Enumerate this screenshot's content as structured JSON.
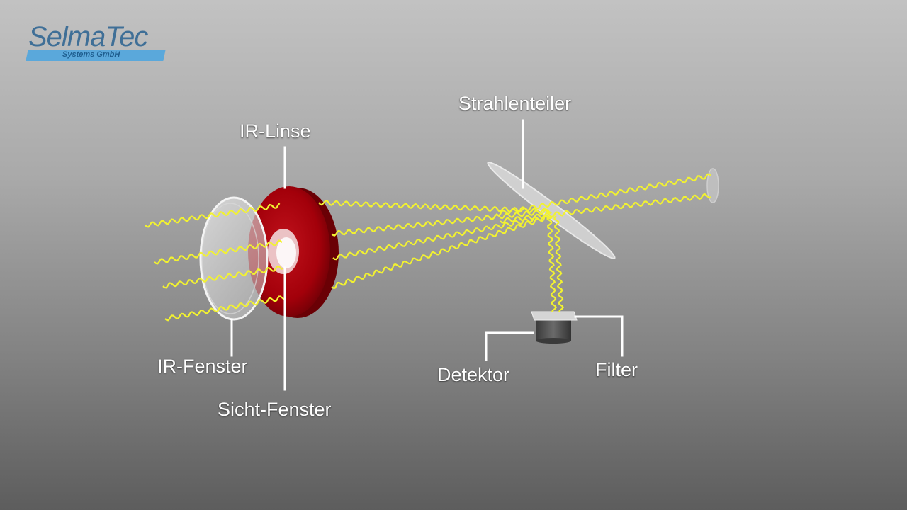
{
  "logo": {
    "name": "SelmaTec",
    "subtitle": "Systems GmbH"
  },
  "labels": {
    "ir_linse": "IR-Linse",
    "strahlenteiler": "Strahlenteiler",
    "ir_fenster": "IR-Fenster",
    "sicht_fenster": "Sicht-Fenster",
    "detektor": "Detektor",
    "filter": "Filter"
  },
  "colors": {
    "ray": "#f2f230",
    "lens": "#a8000b",
    "label": "#ffffff",
    "logo_text": "#3f6f97",
    "logo_bar": "#5aa8db"
  }
}
